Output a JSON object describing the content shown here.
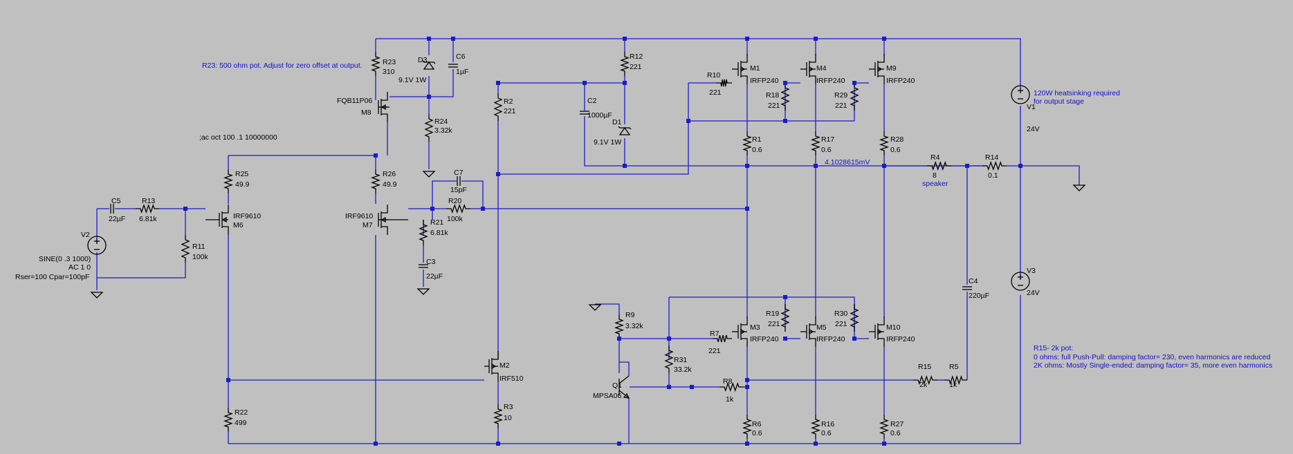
{
  "annotations": {
    "r23_note": "R23: 500 ohm pot. Adjust for zero offset at output.",
    "ac_directive": ";ac oct 100 .1 10000000",
    "heatsink_note": [
      "120W heatsinking required",
      "for output stage"
    ],
    "r15_note": [
      "R15- 2k pot:",
      "0 ohms: full Push-Pull: damping factor= 230, even harmonics are reduced",
      "2K ohms: Mostly Single-ended: damping factor= 35, more even harmonics"
    ],
    "probe_voltage": "4.1028615mV"
  },
  "parts": {
    "R23": {
      "name": "R23",
      "value": "310"
    },
    "D3": {
      "name": "D3",
      "value": "9.1V 1W"
    },
    "C6": {
      "name": "C6",
      "value": "1µF"
    },
    "R12": {
      "name": "R12",
      "value": "221"
    },
    "M1": {
      "name": "M1",
      "value": "IRFP240"
    },
    "M4": {
      "name": "M4",
      "value": "IRFP240"
    },
    "M9": {
      "name": "M9",
      "value": "IRFP240"
    },
    "R10": {
      "name": "R10",
      "value": "221"
    },
    "R18": {
      "name": "R18",
      "value": "221"
    },
    "R29": {
      "name": "R29",
      "value": "221"
    },
    "V1": {
      "name": "V1",
      "value": "24V"
    },
    "M8": {
      "name": "M8",
      "value": "FQB11P06"
    },
    "R2": {
      "name": "R2",
      "value": "221"
    },
    "C2": {
      "name": "C2",
      "value": "1000µF"
    },
    "D1": {
      "name": "D1",
      "value": "9.1V 1W"
    },
    "R24": {
      "name": "R24",
      "value": "3.32k"
    },
    "R1": {
      "name": "R1",
      "value": "0.6"
    },
    "R17": {
      "name": "R17",
      "value": "0.6"
    },
    "R28": {
      "name": "R28",
      "value": "0.6"
    },
    "R4": {
      "name": "R4",
      "value": "8",
      "extra": "speaker"
    },
    "R14": {
      "name": "R14",
      "value": "0.1"
    },
    "R25": {
      "name": "R25",
      "value": "49.9"
    },
    "R26": {
      "name": "R26",
      "value": "49.9"
    },
    "C7": {
      "name": "C7",
      "value": "15pF"
    },
    "R20": {
      "name": "R20",
      "value": "100k"
    },
    "C5": {
      "name": "C5",
      "value": "22µF"
    },
    "R13": {
      "name": "R13",
      "value": "6.81k"
    },
    "M6": {
      "name": "M6",
      "value": "IRF9610"
    },
    "M7": {
      "name": "M7",
      "value": "IRF9610"
    },
    "R21": {
      "name": "R21",
      "value": "6.81k"
    },
    "V2": {
      "name": "V2",
      "lines": [
        "SINE(0 .3 1000)",
        "AC 1 0",
        "Rser=100 Cpar=100pF"
      ]
    },
    "R11": {
      "name": "R11",
      "value": "100k"
    },
    "C3": {
      "name": "C3",
      "value": "22µF"
    },
    "C4": {
      "name": "C4",
      "value": "220µF"
    },
    "V3": {
      "name": "V3",
      "value": "24V"
    },
    "R9": {
      "name": "R9",
      "value": "3.32k"
    },
    "R19": {
      "name": "R19",
      "value": "221"
    },
    "R30": {
      "name": "R30",
      "value": "221"
    },
    "M3": {
      "name": "M3",
      "value": "IRFP240"
    },
    "M5": {
      "name": "M5",
      "value": "IRFP240"
    },
    "M10": {
      "name": "M10",
      "value": "IRFP240"
    },
    "R7": {
      "name": "R7",
      "value": "221"
    },
    "R31": {
      "name": "R31",
      "value": "33.2k"
    },
    "M2": {
      "name": "M2",
      "value": "IRF510"
    },
    "Q1": {
      "name": "Q1",
      "value": "MPSA06"
    },
    "R8": {
      "name": "R8",
      "value": "1k"
    },
    "R15": {
      "name": "R15",
      "value": "2k"
    },
    "R5": {
      "name": "R5",
      "value": "1k"
    },
    "R22": {
      "name": "R22",
      "value": "499"
    },
    "R3": {
      "name": "R3",
      "value": "10"
    },
    "R6": {
      "name": "R6",
      "value": "0.6"
    },
    "R16": {
      "name": "R16",
      "value": "0.6"
    },
    "R27": {
      "name": "R27",
      "value": "0.6"
    }
  }
}
